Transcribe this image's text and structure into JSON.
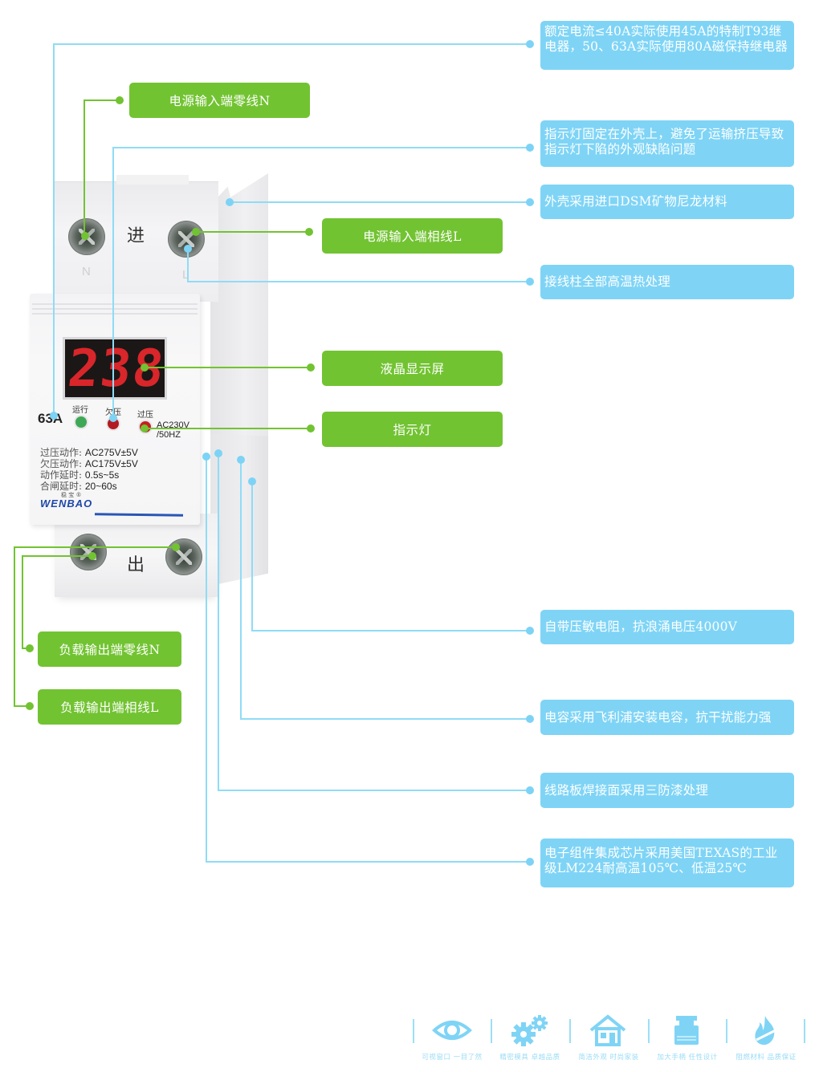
{
  "device": {
    "display_value": [
      "2",
      "3",
      "8"
    ],
    "rating": "63A",
    "input_label": "进",
    "output_label": "出",
    "terminal_n": "N",
    "terminal_l": "L",
    "led_labels": [
      "运行",
      "欠压",
      "过压"
    ],
    "led_colors": [
      "#3fa857",
      "#b31b22",
      "#c81d22"
    ],
    "supply_spec": [
      "AC230V",
      "/50HZ"
    ],
    "specs": [
      {
        "key": "过压动作:",
        "value": "AC275V±5V"
      },
      {
        "key": "欠压动作:",
        "value": "AC175V±5V"
      },
      {
        "key": "动作延时:",
        "value": "0.5s~5s"
      },
      {
        "key": "合闸延时:",
        "value": "20~60s"
      }
    ],
    "brand_logo": "WENBAO",
    "brand_cn": "稳 宝 ®"
  },
  "callouts_green": {
    "input_neutral": "电源输入端零线N",
    "input_live": "电源输入端相线L",
    "lcd": "液晶显示屏",
    "indicator": "指示灯",
    "output_neutral": "负载输出端零线N",
    "output_live": "负载输出端相线L"
  },
  "callouts_blue": {
    "relay": "额定电流≤40A实际使用45A的特制T93继电器，50、63A实际使用80A磁保持继电器",
    "indicator_fixed": "指示灯固定在外壳上，避免了运输挤压导致指示灯下陷的外观缺陷问题",
    "shell": "外壳采用进口DSM矿物尼龙材料",
    "terminal": "接线柱全部高温热处理",
    "varistor": "自带压敏电阻，抗浪涌电压4000V",
    "capacitor": "电容采用飞利浦安装电容，抗干扰能力强",
    "pcb": "线路板焊接面采用三防漆处理",
    "chip": "电子组件集成芯片采用美国TEXAS的工业级LM224耐高温105℃、低温25℃"
  },
  "features": [
    {
      "icon": "eye-icon",
      "label": "可视窗口 一目了然"
    },
    {
      "icon": "gears-icon",
      "label": "精密模具 卓越品质"
    },
    {
      "icon": "house-icon",
      "label": "简洁外观 时尚家装"
    },
    {
      "icon": "handle-icon",
      "label": "加大手柄 任性设计"
    },
    {
      "icon": "flame-icon",
      "label": "阻燃材料 品质保证"
    }
  ],
  "colors": {
    "green": "#72c332",
    "blue": "#7fd4f6",
    "feature_blue": "#9bdcf6"
  }
}
